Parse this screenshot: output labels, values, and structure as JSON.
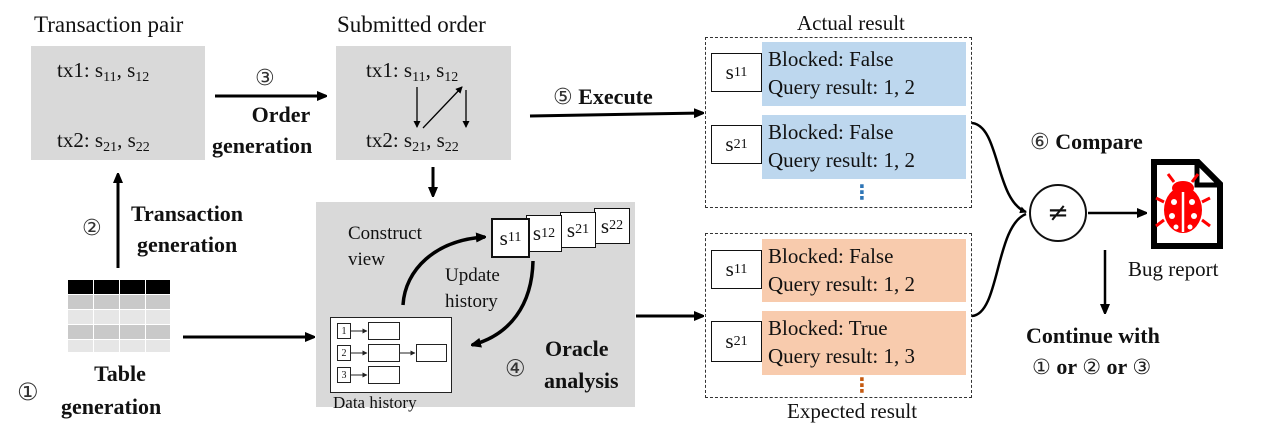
{
  "transaction_pair": {
    "title": "Transaction pair",
    "tx1": {
      "label": "tx1: ",
      "s_a": "11",
      "s_b": "12"
    },
    "tx2": {
      "label": "tx2: ",
      "s_a": "21",
      "s_b": "22"
    }
  },
  "order_generation": {
    "step": "③",
    "label_line1": "Order",
    "label_line2": "generation"
  },
  "submitted_order": {
    "title": "Submitted order",
    "tx1": {
      "label": "tx1: ",
      "s_a": "11",
      "s_b": "12"
    },
    "tx2": {
      "label": "tx2: ",
      "s_a": "21",
      "s_b": "22"
    }
  },
  "execute": {
    "step": "⑤",
    "label": "Execute"
  },
  "transaction_generation": {
    "step": "②",
    "label_line1": "Transaction",
    "label_line2": "generation"
  },
  "table_generation": {
    "step": "①",
    "label_line1": "Table",
    "label_line2": "generation"
  },
  "oracle": {
    "construct_view_line1": "Construct",
    "construct_view_line2": "view",
    "update_history_line1": "Update",
    "update_history_line2": "history",
    "data_history": "Data history",
    "history_rows": [
      "1",
      "2",
      "3"
    ],
    "statements": [
      "11",
      "12",
      "21",
      "22"
    ],
    "step": "④",
    "label_line1": "Oracle",
    "label_line2": "analysis"
  },
  "actual_result": {
    "title": "Actual result",
    "rows": [
      {
        "stmt": "11",
        "blocked": "Blocked:  False",
        "query": "Query result: 1, 2"
      },
      {
        "stmt": "21",
        "blocked": "Blocked:  False",
        "query": "Query result: 1, 2"
      }
    ],
    "ellipsis": "⋮"
  },
  "expected_result": {
    "title": "Expected result",
    "rows": [
      {
        "stmt": "11",
        "blocked": "Blocked: False",
        "query": "Query result: 1, 2"
      },
      {
        "stmt": "21",
        "blocked": "Blocked: True",
        "query": "Query result: 1, 3"
      }
    ],
    "ellipsis": "⋮"
  },
  "compare": {
    "step": "⑥",
    "label": "Compare",
    "symbol": "≠"
  },
  "bug_report": {
    "label": "Bug report",
    "icon": "bug-report-icon"
  },
  "continue": {
    "label_line1": "Continue with",
    "step_a": "①",
    "or_1": " or ",
    "step_b": "②",
    "or_2": " or ",
    "step_c": "③"
  },
  "colors": {
    "actual_fill": "#bdd7ee",
    "expected_fill": "#f8cbad",
    "panel_gray": "#d9d9d9",
    "bug_red": "#ff0000",
    "actual_dots": "#2e75b6",
    "expected_dots": "#c55a11"
  }
}
